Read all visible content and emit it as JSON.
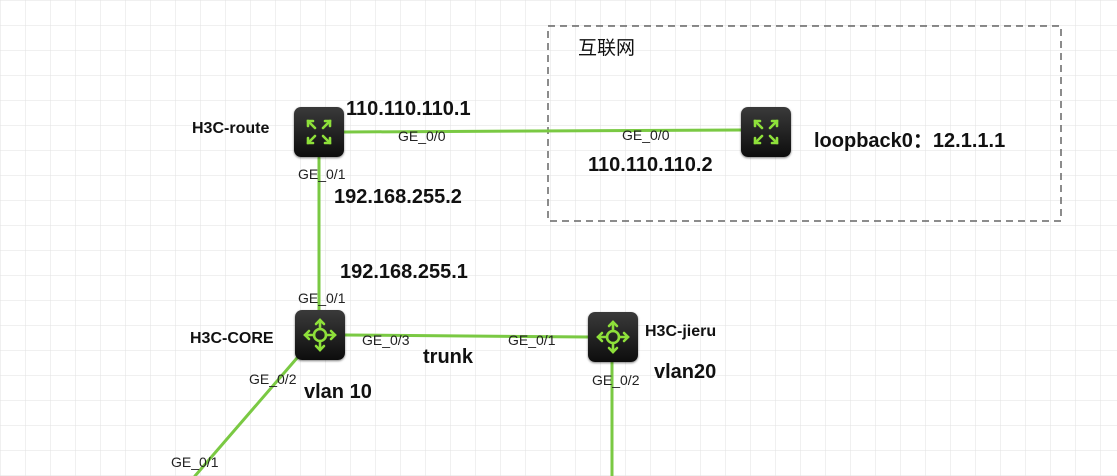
{
  "region": {
    "label": "互联网"
  },
  "devices": {
    "route": {
      "name": "H3C-route",
      "icon": "router-icon"
    },
    "internet": {
      "name": "loopback0：12.1.1.1",
      "icon": "router-icon"
    },
    "core": {
      "name": "H3C-CORE",
      "icon": "switch-icon"
    },
    "jieru": {
      "name": "H3C-jieru",
      "icon": "switch-icon"
    }
  },
  "ports": {
    "route_ge00": "GE_0/0",
    "internet_ge00": "GE_0/0",
    "route_ge01": "GE_0/1",
    "core_ge01": "GE_0/1",
    "core_ge03": "GE_0/3",
    "jieru_ge01": "GE_0/1",
    "core_ge02": "GE_0/2",
    "jieru_ge02": "GE_0/2",
    "bottom_ge01": "GE_0/1"
  },
  "ips": {
    "route_wan": "110.110.110.1",
    "internet_wan": "110.110.110.2",
    "route_lan": "192.168.255.2",
    "core_up": "192.168.255.1"
  },
  "links": {
    "trunk": "trunk",
    "core_vlan": "vlan 10",
    "jieru_vlan": "vlan20"
  },
  "colors": {
    "link": "#7ac943",
    "icon": "#8ee03a",
    "grid": "#e2e2e2",
    "region_border": "#666666"
  }
}
